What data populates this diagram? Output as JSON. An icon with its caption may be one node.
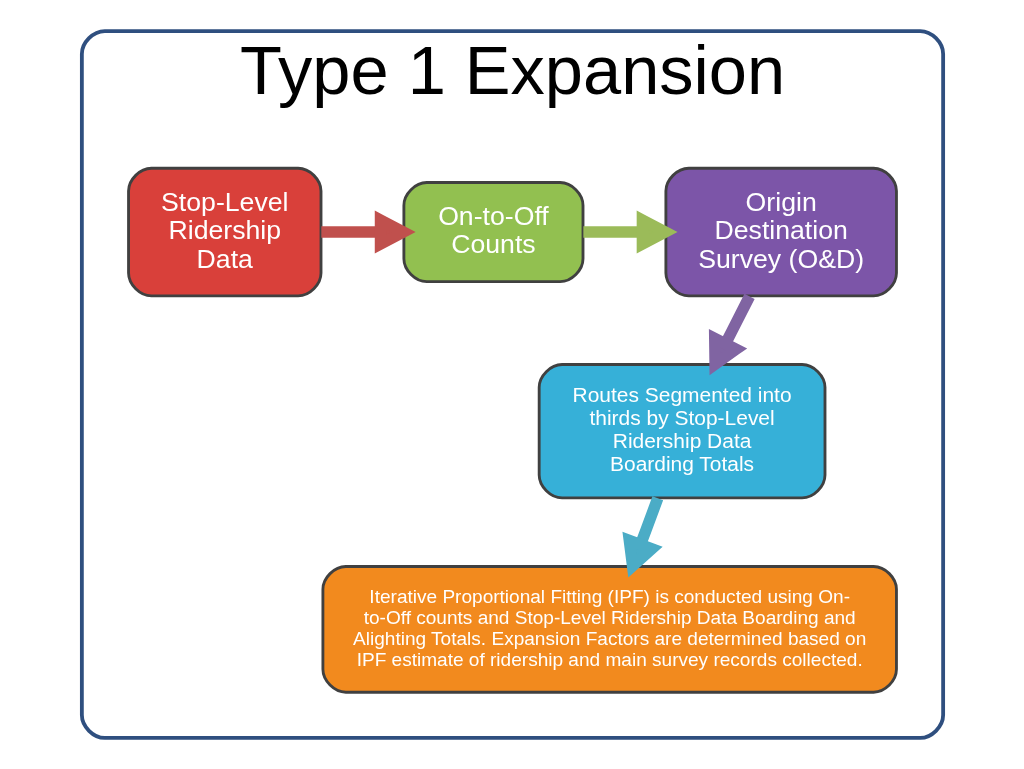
{
  "diagram": {
    "nodes": [
      {
        "text": [
          "Type 1 Expansion"
        ]
      },
      {
        "text": [
          "Stop-Level Ridership Data"
        ],
        "in": 0
      },
      {
        "text": [
          "On-to-Off Counts"
        ],
        "in": 0
      },
      {
        "text": [
          "Origin Destination Survey (O&D)"
        ],
        "in": 0
      },
      {
        "text": [
          "Routes Segmented into thirds by Stop-Level Ridership Data Boarding Totals"
        ],
        "in": 0
      },
      {
        "text": [
          "Iterative Proportional Fitting (IPF) is conducted using On-to-Off counts and Stop-Level Ridership Data Boarding and Alighting Totals. Expansion Factors are determined based on IPF estimate of ridership and main survey records collected."
        ],
        "in": 0
      }
    ],
    "edges": [
      {
        "from": 1,
        "to": 2,
        "arrow": "to",
        "color": "#c0504d"
      },
      {
        "from": 2,
        "to": 3,
        "arrow": "to",
        "color": "#9bbb59"
      },
      {
        "from": 3,
        "to": 4,
        "arrow": "to",
        "color": "#8064a2"
      },
      {
        "from": 4,
        "to": 5,
        "arrow": "to",
        "color": "#4bacc6"
      }
    ]
  }
}
